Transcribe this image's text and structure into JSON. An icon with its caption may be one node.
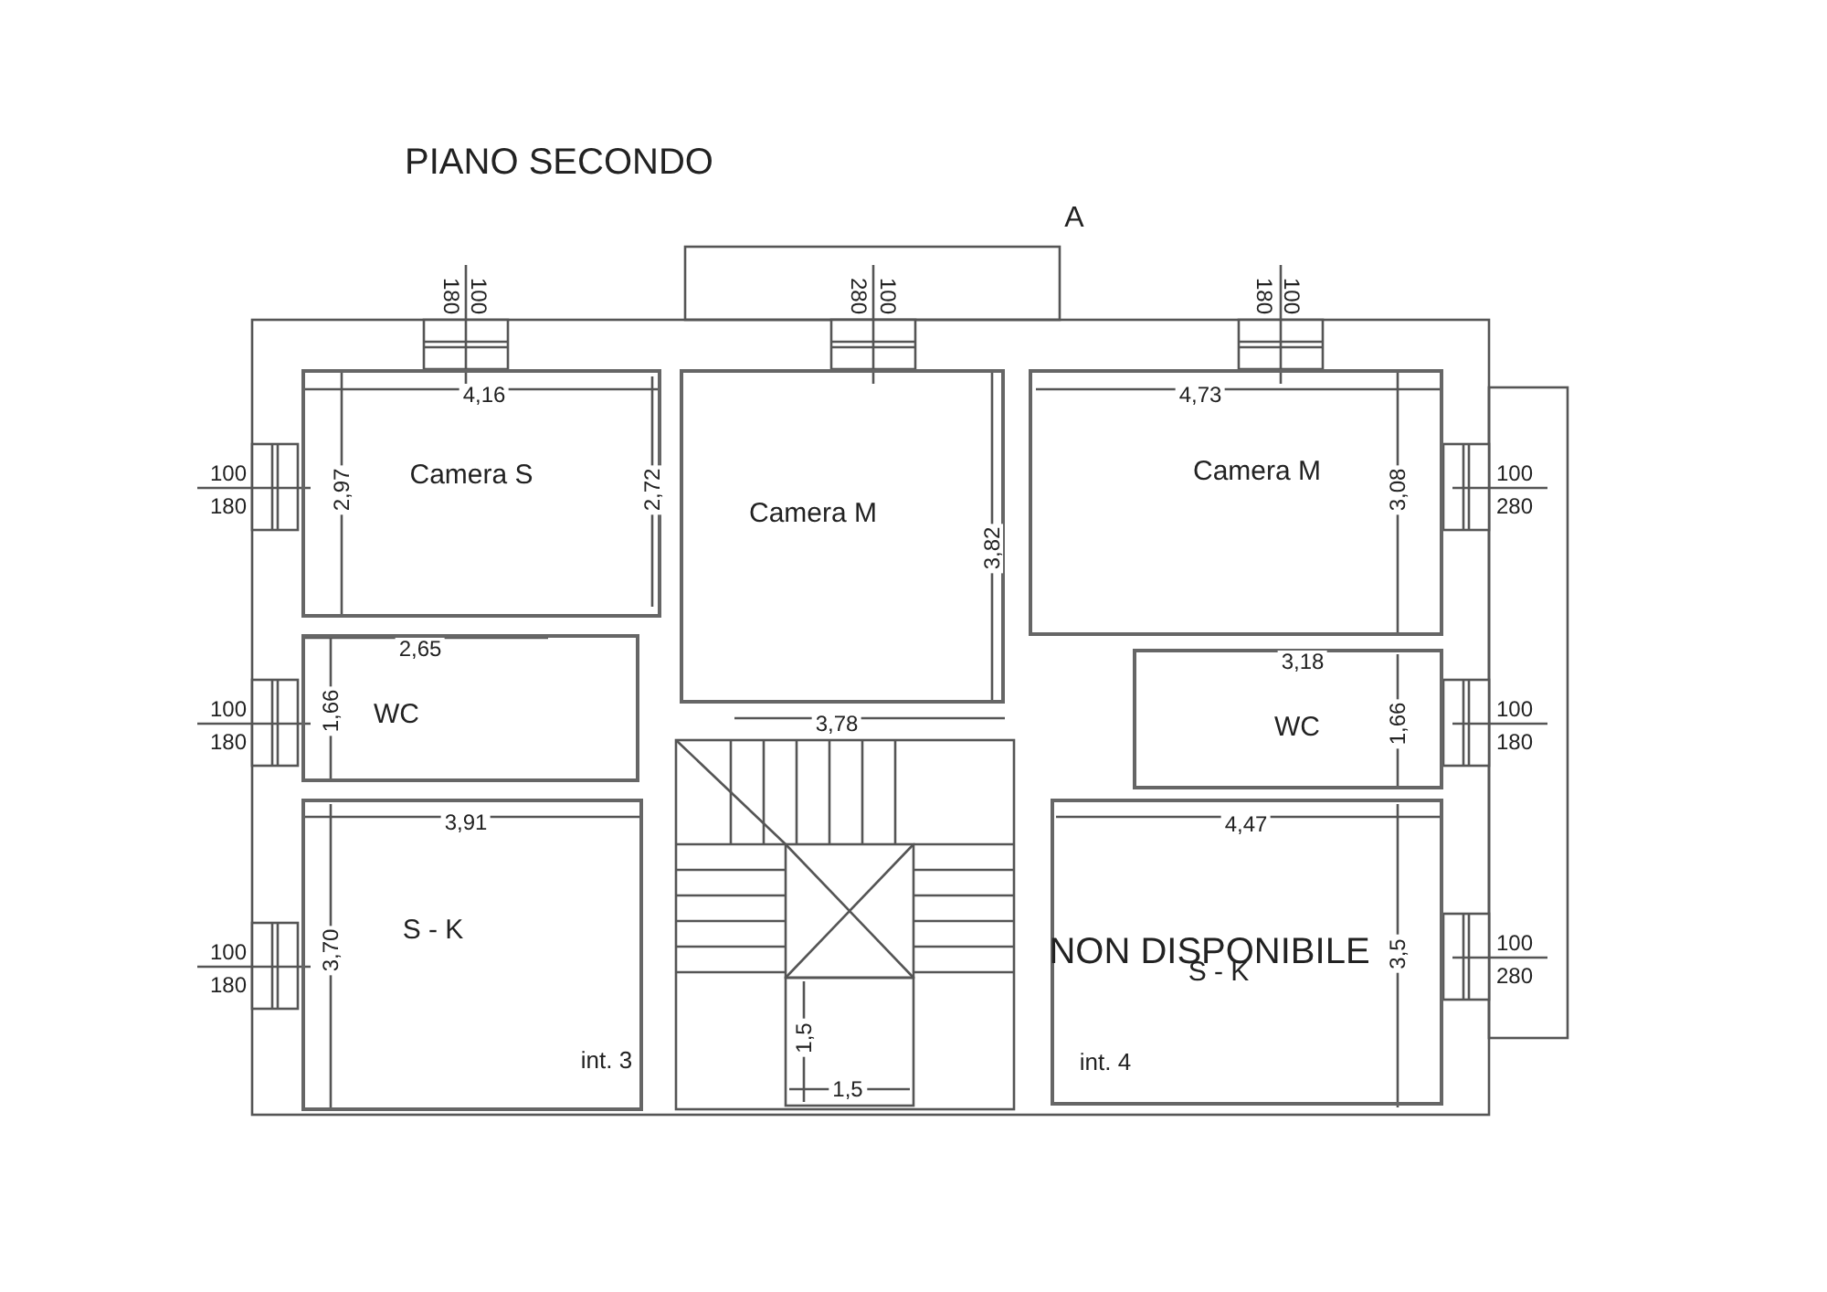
{
  "diagram": {
    "title": "PIANO SECONDO",
    "nodes": [
      {
        "text": [
          "Camera S"
        ]
      },
      {
        "text": [
          "Camera M"
        ]
      },
      {
        "text": [
          "Camera M"
        ]
      },
      {
        "text": [
          "WC"
        ]
      },
      {
        "text": [
          "WC"
        ]
      },
      {
        "text": [
          "S - K",
          "int. 3"
        ]
      },
      {
        "text": [
          "NON DISPONIBILE",
          "S - K",
          "int. 4"
        ]
      }
    ],
    "edges": [],
    "labels": [
      "A",
      "180",
      "100",
      "280",
      "100",
      "180",
      "100",
      "4,16",
      "4,73",
      "100",
      "180",
      "2,97",
      "2,72",
      "3,82",
      "3,08",
      "100",
      "280",
      "2,65",
      "3,18",
      "100",
      "180",
      "1,66",
      "3,78",
      "1,66",
      "100",
      "180",
      "3,91",
      "4,47",
      "100",
      "180",
      "3,70",
      "3,5",
      "100",
      "280",
      "1,5",
      "1,5"
    ]
  }
}
